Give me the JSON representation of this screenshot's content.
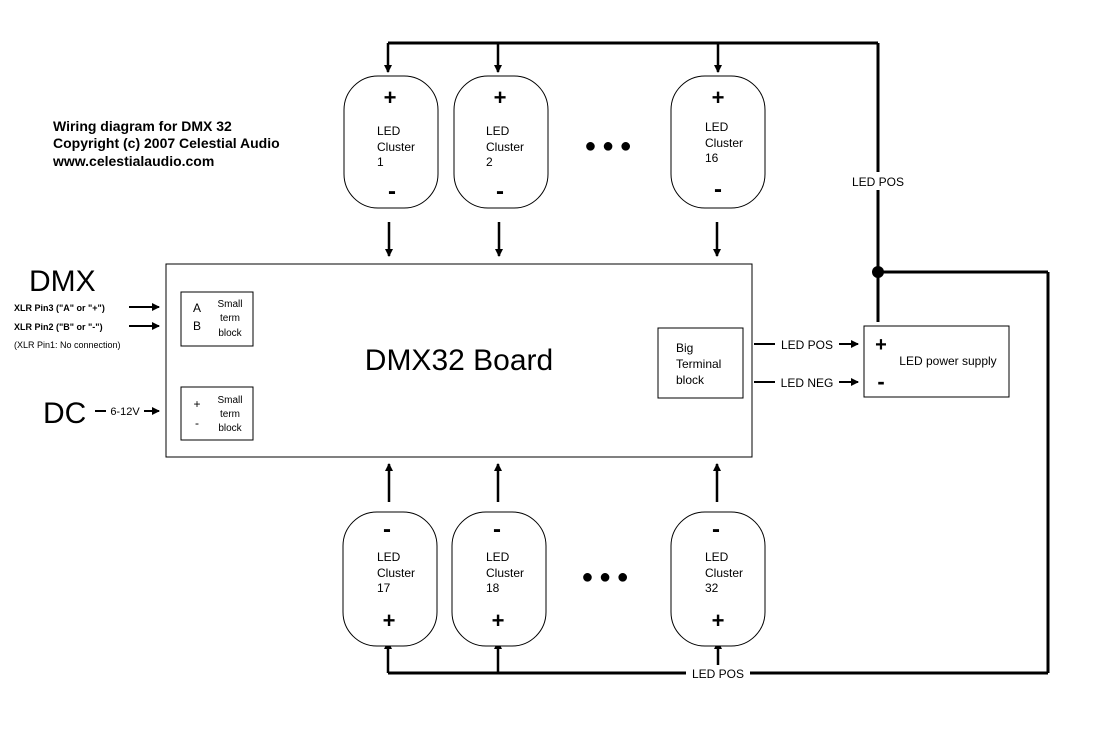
{
  "header": {
    "line1": "Wiring diagram for DMX 32",
    "line2": "Copyright (c) 2007 Celestial Audio",
    "line3": "www.celestialaudio.com"
  },
  "dmx_input": {
    "title": "DMX",
    "pin3": "XLR Pin3 (\"A\" or \"+\")",
    "pin2": "XLR Pin2 (\"B\" or \"-\")",
    "pin1": "(XLR Pin1: No connection)"
  },
  "dc_input": {
    "title": "DC",
    "voltage": "6-12V"
  },
  "board": {
    "title": "DMX32 Board",
    "small_block_dmx": {
      "pin_a": "A",
      "pin_b": "B",
      "label": [
        "Small",
        "term",
        "block"
      ]
    },
    "small_block_dc": {
      "pin_pos": "+",
      "pin_neg": "-",
      "label": [
        "Small",
        "term",
        "block"
      ]
    },
    "big_block": {
      "label": [
        "Big",
        "Terminal",
        "block"
      ]
    }
  },
  "power_supply": {
    "label": "LED power supply",
    "pos": "+",
    "neg": "-"
  },
  "wire_labels": {
    "led_pos": "LED POS",
    "led_neg": "LED NEG"
  },
  "ellipsis": "● ● ●",
  "clusters_top": [
    {
      "line1": "LED",
      "line2": "Cluster",
      "number": "1",
      "top_sign": "+",
      "bottom_sign": "-"
    },
    {
      "line1": "LED",
      "line2": "Cluster",
      "number": "2",
      "top_sign": "+",
      "bottom_sign": "-"
    },
    {
      "line1": "LED",
      "line2": "Cluster",
      "number": "16",
      "top_sign": "+",
      "bottom_sign": "-"
    }
  ],
  "clusters_bottom": [
    {
      "line1": "LED",
      "line2": "Cluster",
      "number": "17",
      "top_sign": "-",
      "bottom_sign": "+"
    },
    {
      "line1": "LED",
      "line2": "Cluster",
      "number": "18",
      "top_sign": "-",
      "bottom_sign": "+"
    },
    {
      "line1": "LED",
      "line2": "Cluster",
      "number": "32",
      "top_sign": "-",
      "bottom_sign": "+"
    }
  ]
}
